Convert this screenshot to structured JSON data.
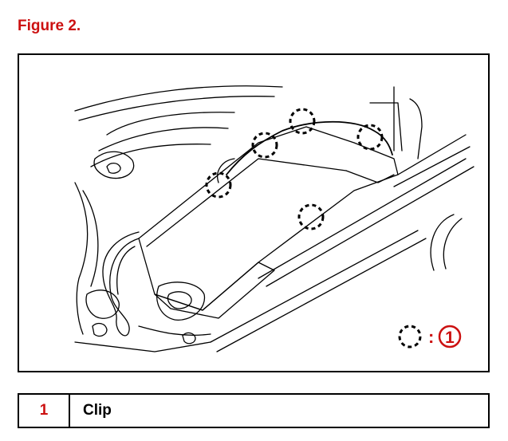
{
  "figure": {
    "title": "Figure 2."
  },
  "diagram": {
    "key": {
      "separator": ":",
      "callout": "1"
    }
  },
  "legend": {
    "rows": [
      {
        "number": "1",
        "label": "Clip"
      }
    ]
  },
  "colors": {
    "accent": "#cc1111",
    "line": "#000000"
  },
  "icons": {
    "clip_marker": "dashed-circle-icon"
  }
}
